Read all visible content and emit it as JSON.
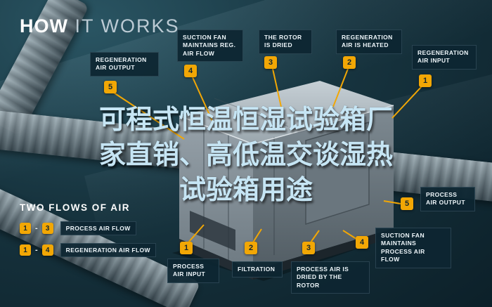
{
  "header": {
    "title_bold": "HOW",
    "title_light": " IT WORKS"
  },
  "overlay_title": {
    "lines": [
      "可程式恒温恒湿试验箱厂",
      "家直销、高低温交谈湿热",
      "试验箱用途"
    ]
  },
  "callouts": {
    "regen_air_output": {
      "num": "5",
      "text": "REGENERATION AIR OUTPUT"
    },
    "suction_fan_reg": {
      "num": "4",
      "text": "SUCTION FAN MAINTAINS REG. AIR FLOW"
    },
    "rotor_dried": {
      "num": "3",
      "text": "THE ROTOR IS DRIED"
    },
    "regen_air_heated": {
      "num": "2",
      "text": "REGENERATION AIR IS HEATED"
    },
    "regen_air_input": {
      "num": "1",
      "text": "REGENERATION AIR INPUT"
    },
    "process_air_output": {
      "num": "5",
      "text": "PROCESS AIR OUTPUT"
    },
    "suction_fan_process": {
      "num": "4",
      "text": "SUCTION FAN MAINTAINS PROCESS AIR FLOW"
    },
    "process_air_input": {
      "num": "1",
      "text": "PROCESS AIR INPUT"
    },
    "filtration": {
      "num": "2",
      "text": "FILTRATION"
    },
    "process_air_dried": {
      "num": "3",
      "text": "PROCESS AIR IS DRIED BY THE ROTOR"
    }
  },
  "legend": {
    "title": "TWO FLOWS OF AIR",
    "rows": [
      {
        "from": "1",
        "to": "3",
        "label": "PROCESS AIR FLOW"
      },
      {
        "from": "1",
        "to": "4",
        "label": "REGENERATION AIR FLOW"
      }
    ]
  },
  "colors": {
    "accent_yellow": "#F2A705",
    "panel_teal": "#0D2632",
    "background": "#17343F",
    "title_blue": "#C6E5F4"
  }
}
